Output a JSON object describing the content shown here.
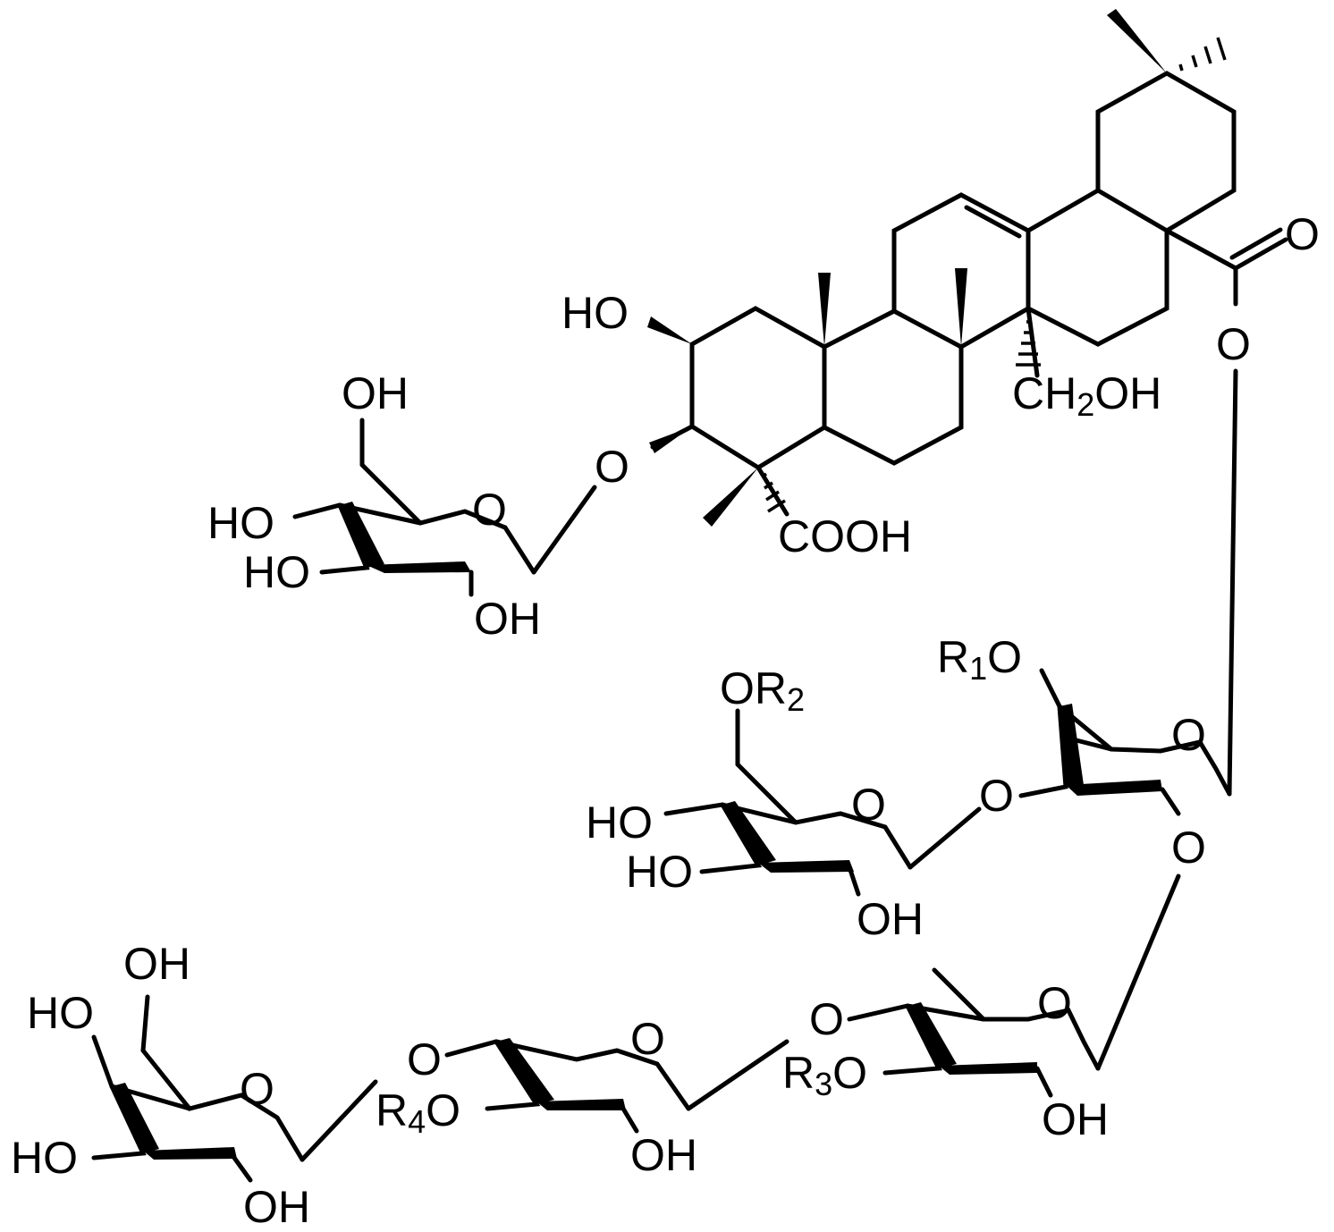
{
  "diagram": {
    "type": "chemical-structure",
    "labels": {
      "aglycone_ho": "HO",
      "ch2oh_main": "CH",
      "ch2oh_sub": "2",
      "ch2oh_tail": "OH",
      "cooh": "COOH",
      "ester_carbonyl_o": "O",
      "ester_link_o": "O",
      "glc1_ring_o": "O",
      "glc1_link_o": "O",
      "glc1_oh6": "OH",
      "glc1_oh4": "HO",
      "glc1_oh3": "HO",
      "glc1_oh2": "OH",
      "fuc_r1o_r": "R",
      "fuc_r1o_sub": "1",
      "fuc_r1o_o": "O",
      "fuc_ring_o": "O",
      "fuc_link_o3": "O",
      "fuc_link_o2": "O",
      "glc2_or2_o": "OR",
      "glc2_or2_sub": "2",
      "glc2_ring_o": "O",
      "glc2_oh4": "HO",
      "glc2_oh3": "HO",
      "glc2_oh2": "OH",
      "rha_ring_o": "O",
      "rha_link_o4": "O",
      "rha_r3o_r": "R",
      "rha_r3o_sub": "3",
      "rha_r3o_o": "O",
      "rha_oh2": "OH",
      "xyl_ring_o": "O",
      "xyl_link_o4": "O",
      "xyl_r4o_r": "R",
      "xyl_r4o_sub": "4",
      "xyl_r4o_o": "O",
      "xyl_oh2": "OH",
      "gal_oh6": "OH",
      "gal_oh4": "HO",
      "gal_ring_o": "O",
      "gal_oh3": "HO",
      "gal_oh2": "OH"
    }
  }
}
